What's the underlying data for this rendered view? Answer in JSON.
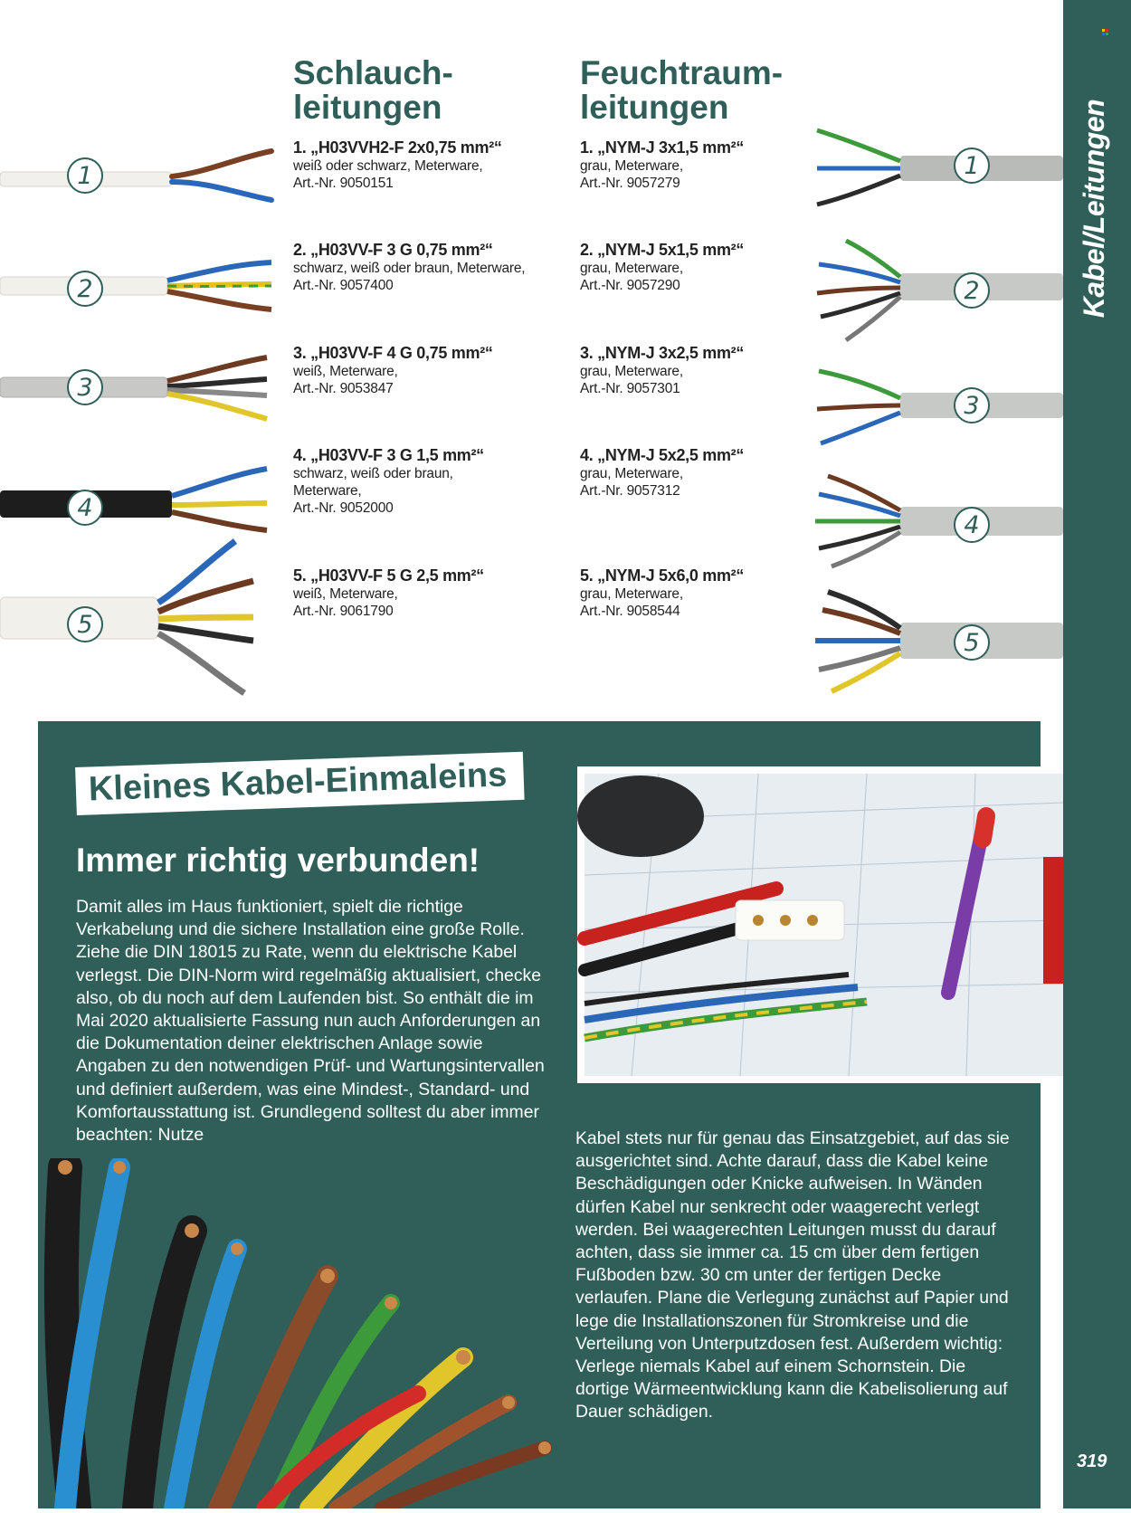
{
  "side": {
    "title": "Kabel/Leitungen",
    "page_number": "319"
  },
  "left_column": {
    "heading_line1": "Schlauch-",
    "heading_line2": "leitungen",
    "items": [
      {
        "number": "1",
        "title": "1. „H03VVH2-F 2x0,75 mm²“",
        "lines": [
          "weiß oder schwarz, Meterware,",
          "Art.-Nr. 9050151"
        ]
      },
      {
        "number": "2",
        "title": "2. „H03VV-F 3 G 0,75 mm²“",
        "lines": [
          "schwarz, weiß oder braun, Meterware,",
          "Art.-Nr. 9057400"
        ]
      },
      {
        "number": "3",
        "title": "3. „H03VV-F 4 G 0,75 mm²“",
        "lines": [
          "weiß, Meterware,",
          "Art.-Nr. 9053847"
        ]
      },
      {
        "number": "4",
        "title": "4. „H03VV-F 3 G 1,5 mm²“",
        "lines": [
          "schwarz, weiß oder braun,",
          "Meterware,",
          "Art.-Nr. 9052000"
        ]
      },
      {
        "number": "5",
        "title": "5. „H03VV-F 5 G 2,5 mm²“",
        "lines": [
          "weiß, Meterware,",
          "Art.-Nr. 9061790"
        ]
      }
    ]
  },
  "right_column": {
    "heading_line1": "Feuchtraum-",
    "heading_line2": "leitungen",
    "items": [
      {
        "number": "1",
        "title": "1. „NYM-J 3x1,5 mm²“",
        "lines": [
          "grau, Meterware,",
          "Art.-Nr. 9057279"
        ]
      },
      {
        "number": "2",
        "title": "2. „NYM-J 5x1,5 mm²“",
        "lines": [
          "grau, Meterware,",
          "Art.-Nr. 9057290"
        ]
      },
      {
        "number": "3",
        "title": "3. „NYM-J 3x2,5 mm²“",
        "lines": [
          "grau, Meterware,",
          "Art.-Nr. 9057301"
        ]
      },
      {
        "number": "4",
        "title": "4. „NYM-J 5x2,5 mm²“",
        "lines": [
          "grau, Meterware,",
          "Art.-Nr. 9057312"
        ]
      },
      {
        "number": "5",
        "title": "5. „NYM-J 5x6,0 mm²“",
        "lines": [
          "grau, Meterware,",
          "Art.-Nr. 9058544"
        ]
      }
    ]
  },
  "info": {
    "badge": "Kleines Kabel-Einmaleins",
    "subtitle": "Immer richtig verbunden!",
    "text_left": "Damit alles im Haus funktioniert, spielt die richtige Verkabelung und die sichere Installation eine große Rolle. Ziehe die DIN 18015 zu Rate, wenn du elektrische Kabel verlegst. Die DIN-Norm wird regelmäßig aktualisiert, checke also, ob du noch auf dem Laufenden bist. So enthält die im Mai 2020 aktualisierte Fassung nun auch Anforderungen an die Dokumentation deiner elektrischen Anlage sowie Angaben zu den notwendigen Prüf- und Wartungsintervallen und definiert außerdem, was eine Mindest-, Standard- und Komfortausstattung ist. Grundlegend solltest du aber immer beachten: Nutze",
    "text_right": "Kabel stets nur für genau das Einsatzgebiet, auf das sie ausgerichtet sind. Achte darauf, dass die Kabel keine Beschädigungen oder Knicke aufweisen. In Wänden dürfen Kabel nur senkrecht oder waagerecht verlegt werden. Bei waagerechten Leitungen musst du darauf achten, dass sie immer ca. 15 cm über dem fertigen Fußboden bzw. 30 cm unter der fertigen Decke verlaufen. Plane die Verlegung zunächst auf Papier und lege die Installationszonen für Stromkreise und die Verteilung von Unterputzdosen fest. Außerdem wichtig: Verlege niemals Kabel auf einem Schornstein. Die dortige Wärmeentwicklung kann die Kabelisolierung auf Dauer schädigen."
  },
  "colors": {
    "brand_green": "#2f5f58",
    "white": "#ffffff"
  }
}
